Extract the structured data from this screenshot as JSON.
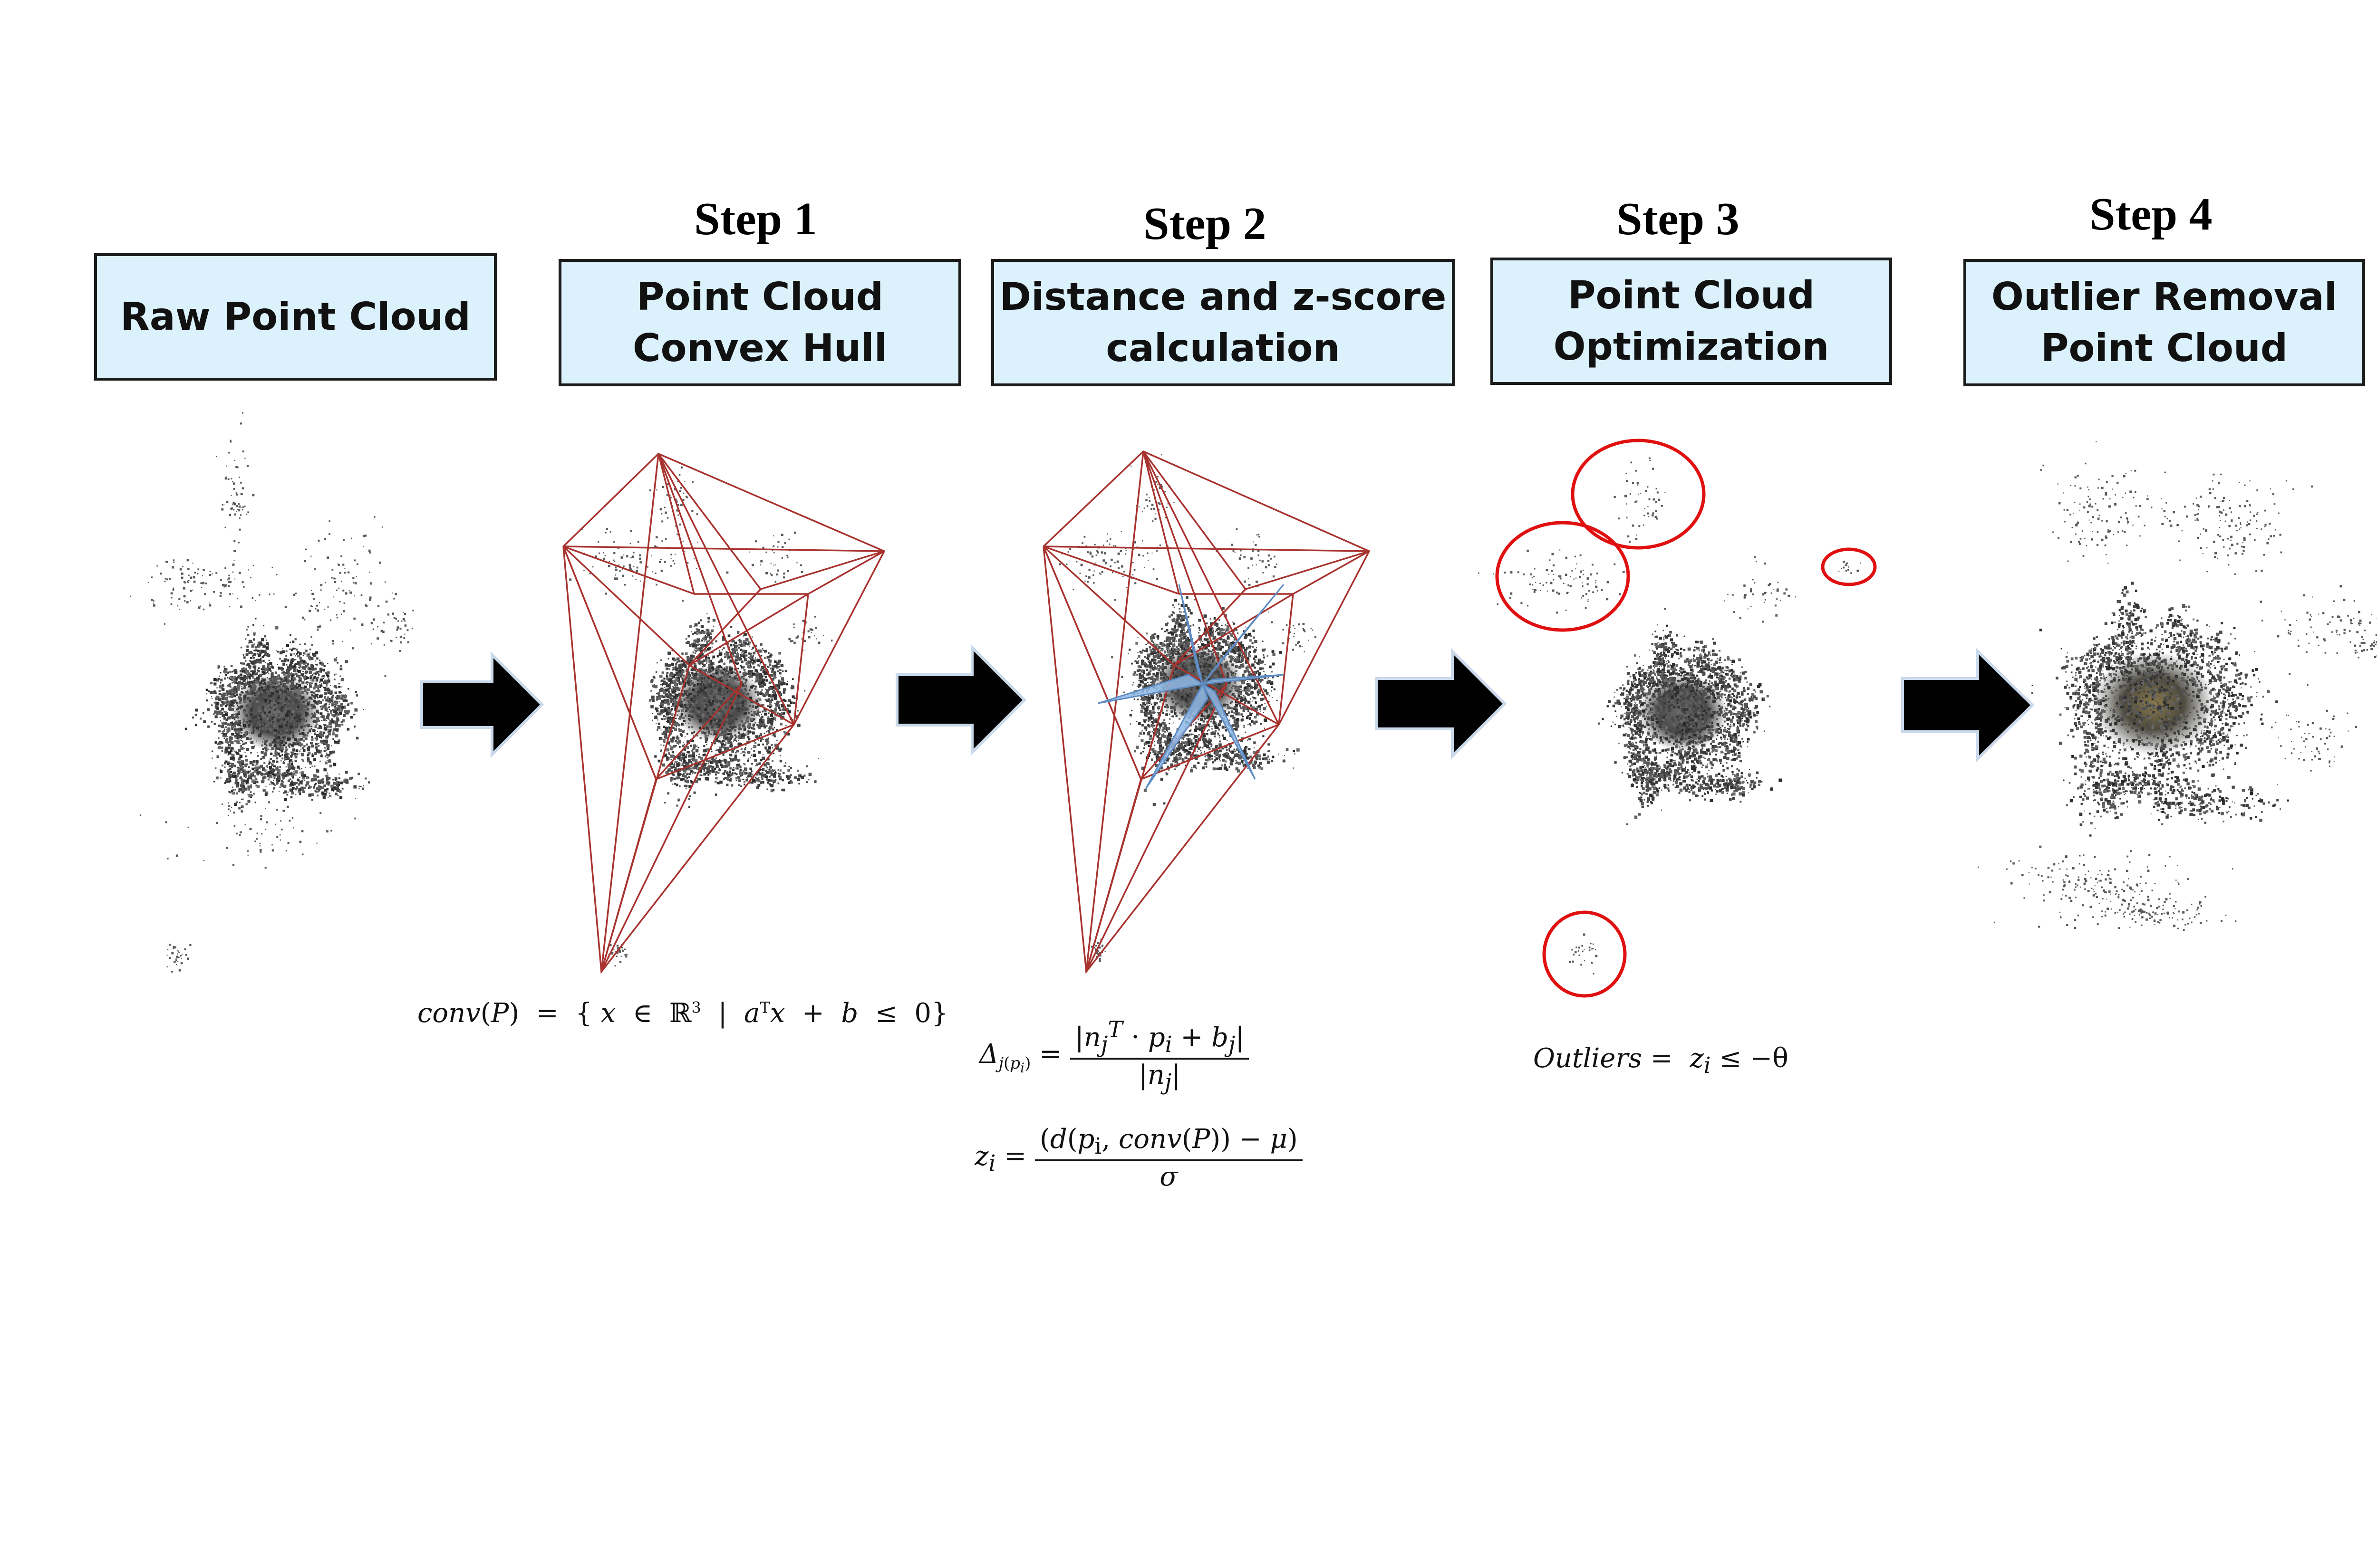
{
  "steps": [
    {
      "step_label": "",
      "box_lines": [
        "Raw Point Cloud"
      ]
    },
    {
      "step_label": "Step 1",
      "box_lines": [
        "Point Cloud",
        "Convex Hull"
      ]
    },
    {
      "step_label": "Step 2",
      "box_lines": [
        "Distance and z-score",
        "calculation"
      ]
    },
    {
      "step_label": "Step 3",
      "box_lines": [
        "Point Cloud",
        "Optimization"
      ]
    },
    {
      "step_label": "Step 4",
      "box_lines": [
        "Outlier Removal",
        "Point Cloud"
      ]
    }
  ],
  "formulas": {
    "hull": "conv(P) = {x ∈ ℝ³ | aᵀx + b ≤ 0}",
    "distance": "Δ_j(p_i) = |n_jᵀ · p_i + b_j| / |n_j|",
    "zscore": "z_i = (d(p_i, conv(P)) − μ) / σ",
    "outliers": "Outliers = z_i ≤ −θ"
  },
  "colors": {
    "box_fill": "#dbf1fb",
    "hull_lines": "#a8322e",
    "highlight_star": "#8fb8e6",
    "outlier_circles": "#e01010",
    "arrows": "#000000"
  }
}
